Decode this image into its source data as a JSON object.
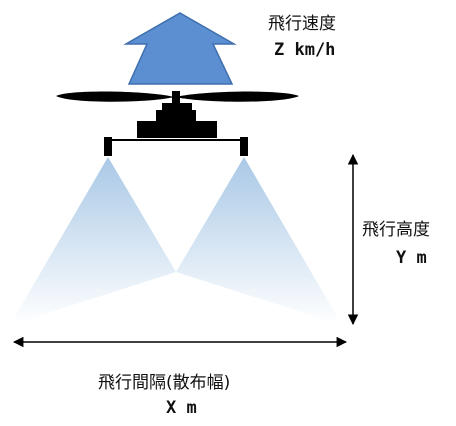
{
  "labels": {
    "speed_title": "飛行速度",
    "speed_value": "Z km/h",
    "height_title": "飛行高度",
    "height_value": "Y m",
    "spacing_title": "飛行間隔(散布幅)",
    "spacing_value": "X m"
  },
  "colors": {
    "arrow_fill": "#5b8fd1",
    "arrow_stroke": "#3f6fae",
    "drone": "#000000",
    "spray_top": "#a9c8e6",
    "spray_bottom": "#ffffff",
    "dimension_line": "#000000"
  },
  "icons": [
    "up-arrow-icon",
    "drone-icon",
    "propeller-icon",
    "spray-cone-icon",
    "double-arrow-icon"
  ]
}
